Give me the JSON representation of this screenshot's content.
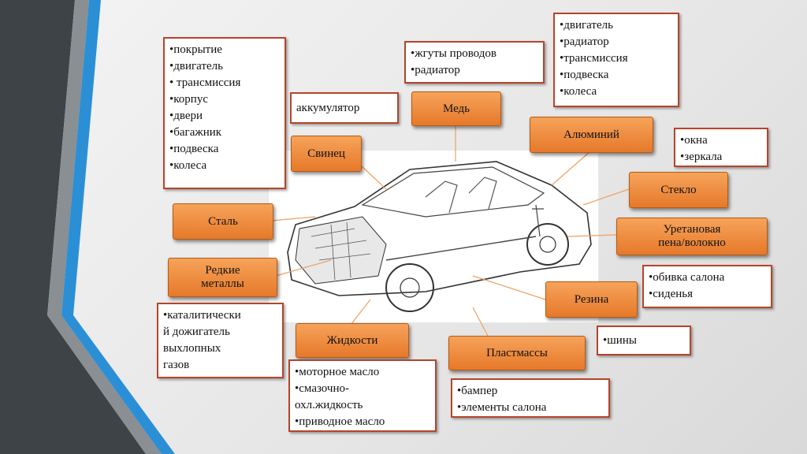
{
  "labels": {
    "lead": "Свинец",
    "copper": "Медь",
    "aluminium": "Алюминий",
    "steel": "Сталь",
    "glass": "Стекло",
    "urethane": "Уретановая\nпена/волокно",
    "rare": "Редкие\nметаллы",
    "rubber": "Резина",
    "fluids": "Жидкости",
    "plastics": "Пластмассы"
  },
  "boxes": {
    "steel_items": [
      "покрытие",
      "двигатель",
      " трансмиссия",
      "корпус",
      "двери",
      "багажник",
      "подвеска",
      "колеса"
    ],
    "battery": "аккумулятор",
    "copper_items": [
      "жгуты проводов",
      "радиатор"
    ],
    "aluminium_items": [
      "двигатель",
      "радиатор",
      "трансмиссия",
      "подвеска",
      "колеса"
    ],
    "glass_items": [
      "окна",
      "зеркала"
    ],
    "urethane_items": [
      "обивка салона",
      "сиденья"
    ],
    "rare_text": "•каталитически\nй дожигатель\nвыхлопных\nгазов",
    "rubber_text": "•шины",
    "fluids_items": [
      "моторное масло",
      "смазочно-\nохл.жидкость",
      "приводное масло"
    ],
    "plastics_items": [
      "бампер",
      "элементы салона"
    ]
  }
}
